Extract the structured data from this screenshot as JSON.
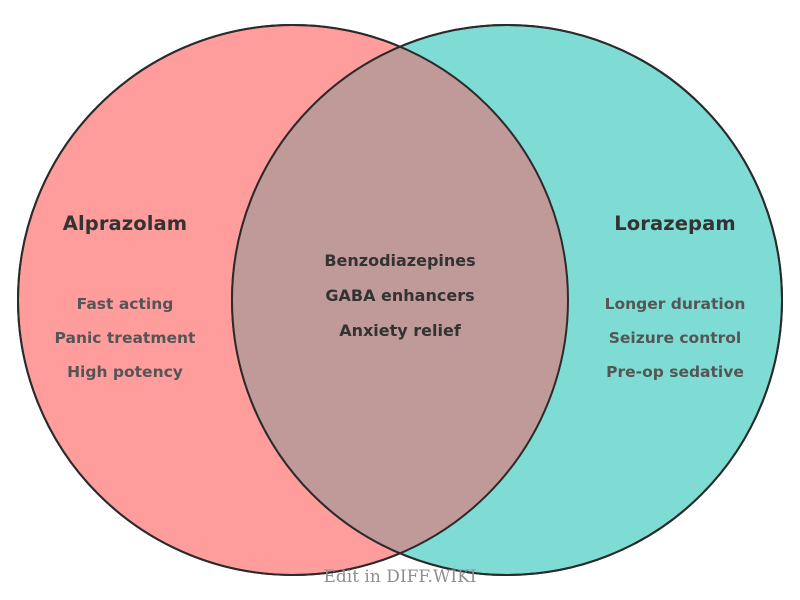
{
  "diagram": {
    "type": "venn",
    "background_color": "#ffffff",
    "stroke_color": "#2b2b2b",
    "left": {
      "title": "Alprazolam",
      "fill_color": "#ff9d9d",
      "items": [
        "Fast acting",
        "Panic treatment",
        "High potency"
      ]
    },
    "right": {
      "title": "Lorazepam",
      "fill_color": "#7fdcd4",
      "items": [
        "Longer duration",
        "Seizure control",
        "Pre-op sedative"
      ]
    },
    "intersection": {
      "fill_color": "#bf9a99",
      "items": [
        "Benzodiazepines",
        "GABA enhancers",
        "Anxiety relief"
      ]
    },
    "title_color": "#333333",
    "item_color": "#555555"
  },
  "footer": {
    "credit": "Edit in DIFF.WIKI",
    "color": "#8f8f8f"
  }
}
